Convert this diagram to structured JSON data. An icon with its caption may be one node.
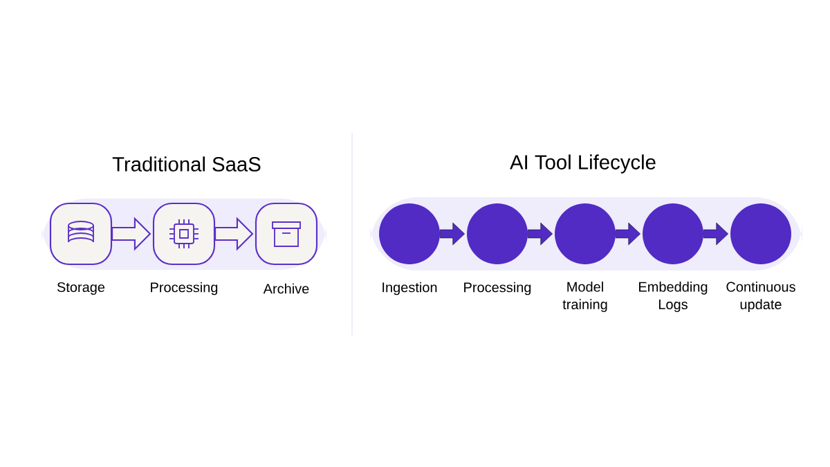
{
  "diagram": {
    "nodes": [
      {
        "text": [
          "Storage"
        ]
      },
      {
        "text": [
          "Processing"
        ]
      },
      {
        "text": [
          "Archive"
        ]
      },
      {
        "text": [
          "Ingestion"
        ]
      },
      {
        "text": [
          "Processing"
        ]
      },
      {
        "text": [
          "Model training"
        ]
      },
      {
        "text": [
          "Embedding Logs"
        ]
      },
      {
        "text": [
          "Continuous update"
        ]
      }
    ],
    "edges": [
      {
        "from": 0,
        "to": 1,
        "arrow": "to"
      },
      {
        "from": 1,
        "to": 2,
        "arrow": "to"
      },
      {
        "from": 3,
        "to": 4,
        "arrow": "to"
      },
      {
        "from": 4,
        "to": 5,
        "arrow": "to"
      },
      {
        "from": 5,
        "to": 6,
        "arrow": "to"
      },
      {
        "from": 6,
        "to": 7,
        "arrow": "to"
      }
    ],
    "labels": [
      "Traditional SaaS",
      "AI Tool Lifecycle"
    ]
  }
}
